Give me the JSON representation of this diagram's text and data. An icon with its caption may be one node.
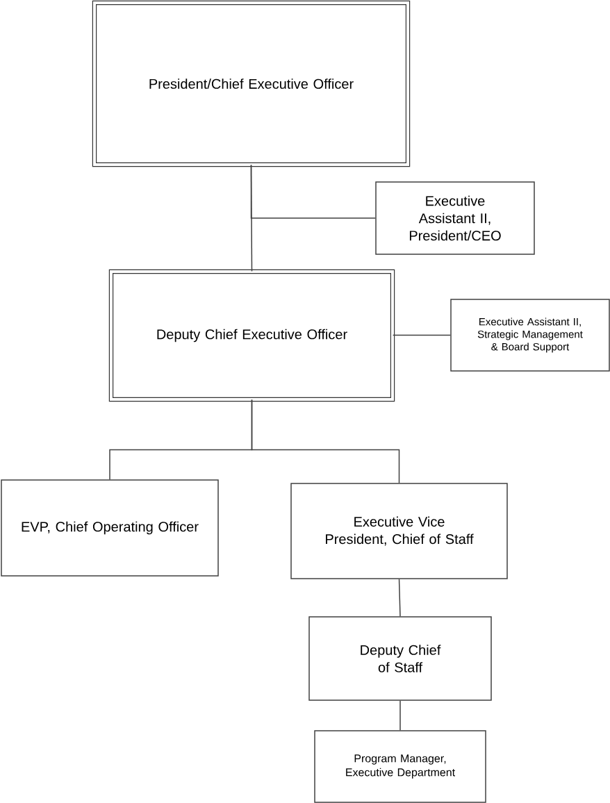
{
  "diagram": {
    "nodes": [
      {
        "text": [
          "President/Chief Executive Officer"
        ]
      },
      {
        "text": [
          "Executive Assistant II, President/CEO"
        ]
      },
      {
        "text": [
          "Deputy Chief Executive Officer"
        ]
      },
      {
        "text": [
          "Executive Assistant II, Strategic Management & Board Support"
        ]
      },
      {
        "text": [
          "EVP, Chief Operating Officer"
        ]
      },
      {
        "text": [
          "Executive Vice President, Chief of Staff"
        ]
      },
      {
        "text": [
          "Deputy Chief of Staff"
        ]
      },
      {
        "text": [
          "Program Manager, Executive Department"
        ]
      }
    ],
    "edges": [
      {
        "from": 0,
        "to": 2,
        "arrow": "none"
      },
      {
        "from": 0,
        "to": 1,
        "arrow": "none"
      },
      {
        "from": 2,
        "to": 3,
        "arrow": "none"
      },
      {
        "from": 2,
        "to": 4,
        "arrow": "none"
      },
      {
        "from": 2,
        "to": 5,
        "arrow": "none"
      },
      {
        "from": 5,
        "to": 6,
        "arrow": "none"
      },
      {
        "from": 6,
        "to": 7,
        "arrow": "none"
      }
    ]
  }
}
